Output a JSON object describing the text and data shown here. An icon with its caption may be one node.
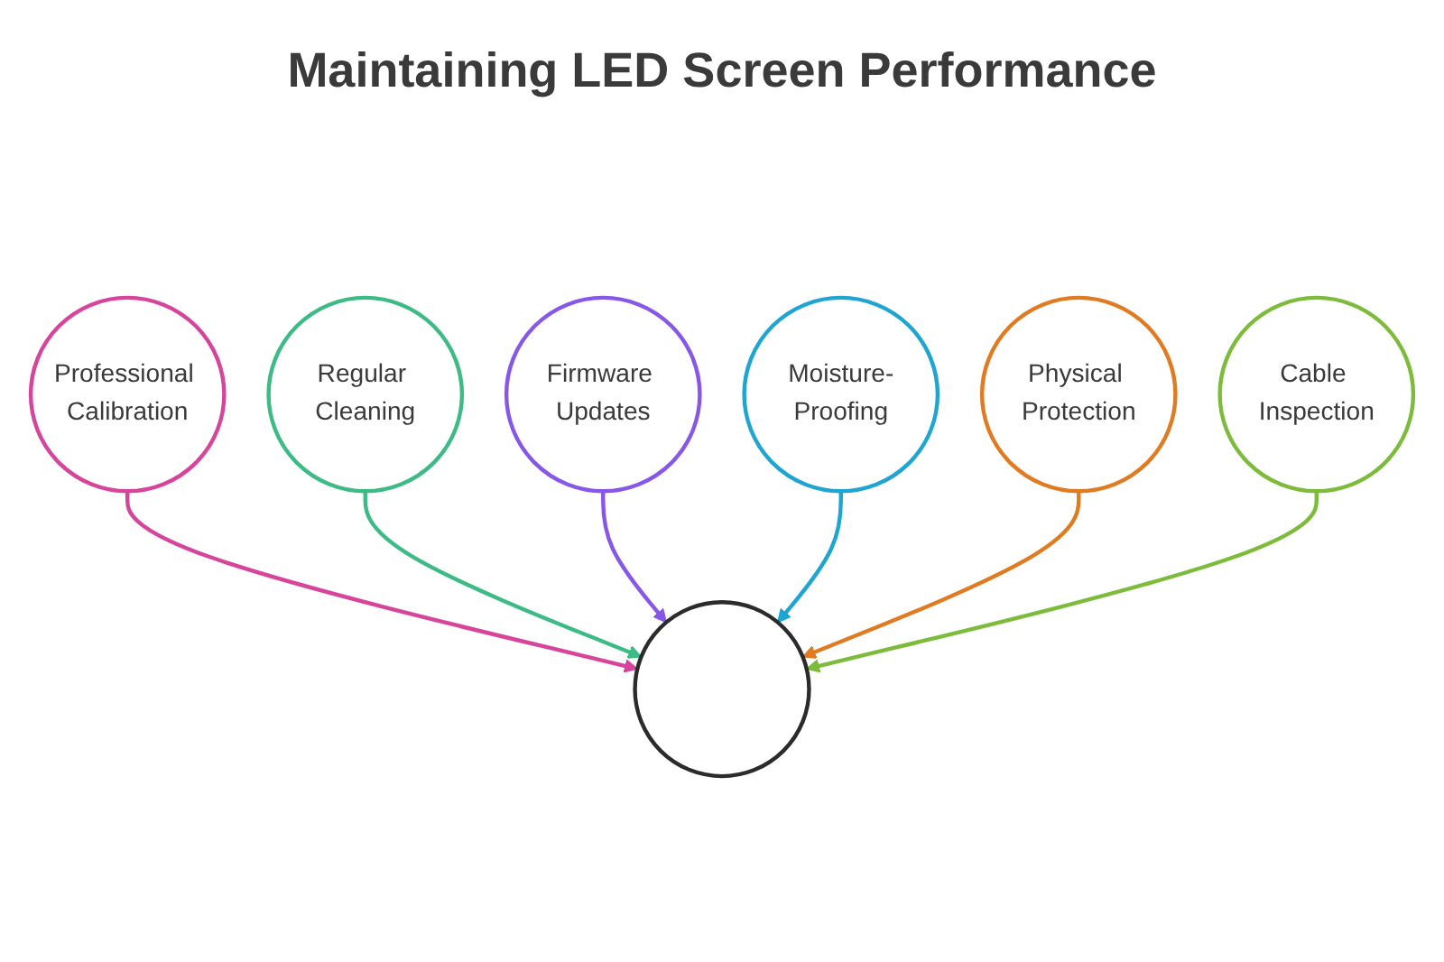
{
  "diagram": {
    "title": "Maintaining LED Screen Performance",
    "nodes": [
      {
        "text": [
          "Professional Calibration"
        ]
      },
      {
        "text": [
          "Regular Cleaning"
        ]
      },
      {
        "text": [
          "Firmware Updates"
        ]
      },
      {
        "text": [],
        "shape": "circle"
      },
      {
        "text": [
          "Moisture-Proofing"
        ]
      },
      {
        "text": [
          "Physical Protection"
        ]
      },
      {
        "text": [
          "Cable Inspection"
        ]
      }
    ],
    "edges": [
      {
        "from": 0,
        "to": 3,
        "arrow": "to",
        "color": "#d6449c"
      },
      {
        "from": 1,
        "to": 3,
        "arrow": "to",
        "color": "#3dbb86"
      },
      {
        "from": 2,
        "to": 3,
        "arrow": "to",
        "color": "#8757e8"
      },
      {
        "from": 4,
        "to": 3,
        "arrow": "to",
        "color": "#1ea5d2"
      },
      {
        "from": 5,
        "to": 3,
        "arrow": "to",
        "color": "#e07b22"
      },
      {
        "from": 6,
        "to": 3,
        "arrow": "to",
        "color": "#7dbb3b"
      }
    ]
  }
}
